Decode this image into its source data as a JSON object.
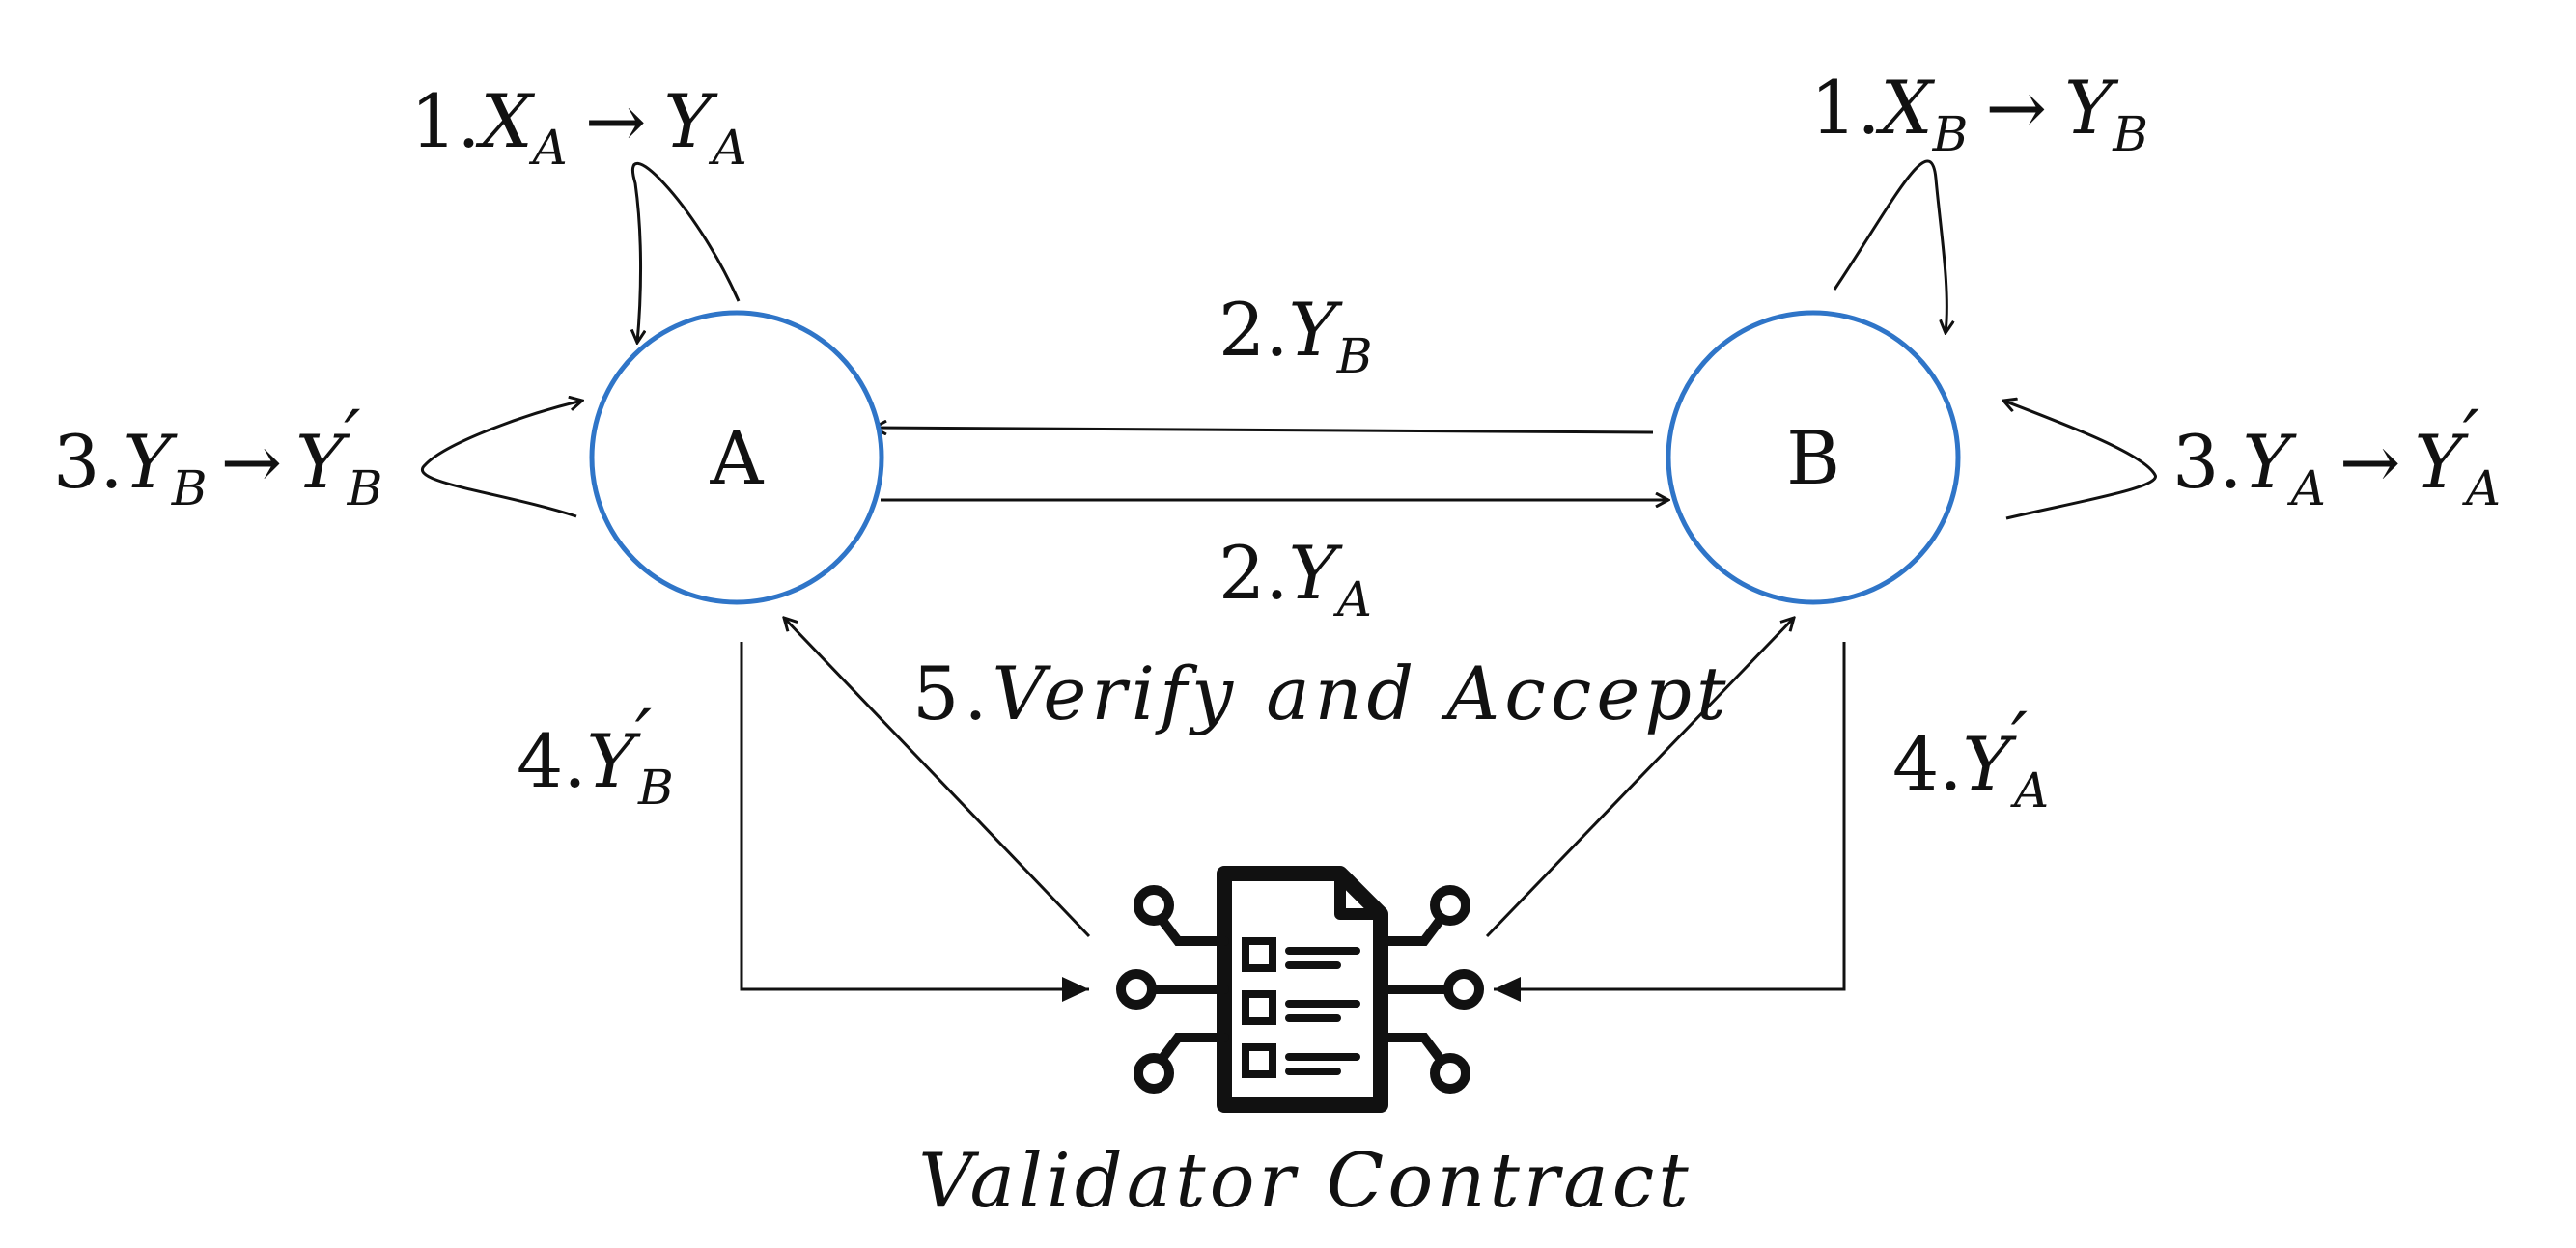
{
  "colors": {
    "node_stroke": "#2F75C8",
    "ink": "#111111",
    "background": "#FFFFFF"
  },
  "nodes": {
    "a": {
      "label": "A"
    },
    "b": {
      "label": "B"
    }
  },
  "labels": {
    "step1_a": {
      "num": "1.",
      "x": "X",
      "x_sub": "A",
      "arrow": "→",
      "y": "Y",
      "y_sub": "A"
    },
    "step1_b": {
      "num": "1.",
      "x": "X",
      "x_sub": "B",
      "arrow": "→",
      "y": "Y",
      "y_sub": "B"
    },
    "step2_yb": {
      "num": "2.",
      "y": "Y",
      "y_sub": "B"
    },
    "step2_ya": {
      "num": "2.",
      "y": "Y",
      "y_sub": "A"
    },
    "step3_a": {
      "num": "3.",
      "y": "Y",
      "y_sub": "B",
      "arrow": "→",
      "y2": "Y",
      "prime": "′",
      "y2_sub": "B"
    },
    "step3_b": {
      "num": "3.",
      "y": "Y",
      "y_sub": "A",
      "arrow": "→",
      "y2": "Y",
      "prime": "′",
      "y2_sub": "A"
    },
    "step4_a": {
      "num": "4.",
      "y": "Y",
      "prime": "′",
      "y_sub": "B"
    },
    "step4_b": {
      "num": "4.",
      "y": "Y",
      "prime": "′",
      "y_sub": "A"
    },
    "step5": {
      "num": "5.",
      "text": "Verify and Accept"
    }
  },
  "validator": {
    "icon": "smart-contract-document-icon",
    "caption": "Validator Contract"
  }
}
